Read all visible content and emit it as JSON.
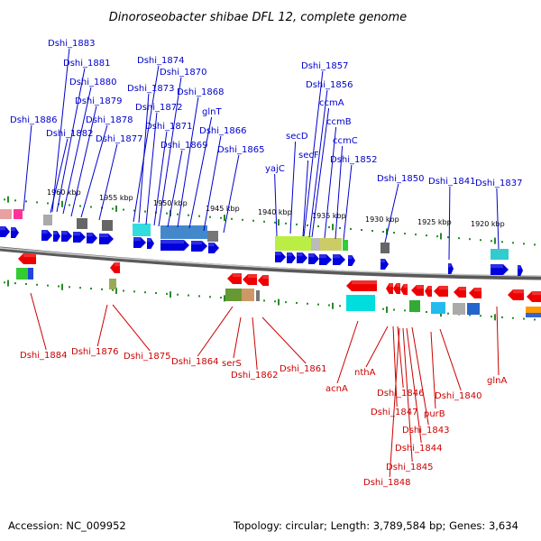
{
  "title": "Dinoroseobacter shibae DFL 12, complete genome",
  "footer": {
    "accession": "Accession: NC_009952",
    "summary": "Topology: circular; Length: 3,789,584 bp; Genes: 3,634"
  },
  "colors": {
    "forward_strand": "#0000dd",
    "reverse_strand": "#ee0000",
    "forward_label": "#0000cc",
    "reverse_label": "#cc0000",
    "tick": "#2a8a2a",
    "backbone": "#888888"
  },
  "kbp_marks": [
    {
      "label": "1960 kbp"
    },
    {
      "label": "1955 kbp"
    },
    {
      "label": "1950 kbp"
    },
    {
      "label": "1945 kbp"
    },
    {
      "label": "1940 kbp"
    },
    {
      "label": "1935 kbp"
    },
    {
      "label": "1930 kbp"
    },
    {
      "label": "1925 kbp"
    },
    {
      "label": "1920 kbp"
    }
  ],
  "forward_genes": [
    "Dshi_1883",
    "Dshi_1881",
    "Dshi_1880",
    "Dshi_1879",
    "Dshi_1878",
    "Dshi_1882",
    "Dshi_1886",
    "Dshi_1877",
    "Dshi_1874",
    "Dshi_1873",
    "Dshi_1872",
    "Dshi_1870",
    "Dshi_1868",
    "glnT",
    "Dshi_1871",
    "Dshi_1869",
    "Dshi_1866",
    "Dshi_1865",
    "Dshi_1857",
    "Dshi_1856",
    "ccmA",
    "ccmB",
    "secD",
    "ccmC",
    "secF",
    "Dshi_1852",
    "yajC",
    "Dshi_1850",
    "Dshi_1841",
    "Dshi_1837"
  ],
  "reverse_genes": [
    "Dshi_1884",
    "Dshi_1876",
    "Dshi_1875",
    "Dshi_1864",
    "serS",
    "Dshi_1862",
    "Dshi_1861",
    "acnA",
    "nthA",
    "Dshi_1846",
    "Dshi_1847",
    "Dshi_1840",
    "glnA",
    "purB",
    "Dshi_1843",
    "Dshi_1844",
    "Dshi_1845",
    "Dshi_1848"
  ]
}
